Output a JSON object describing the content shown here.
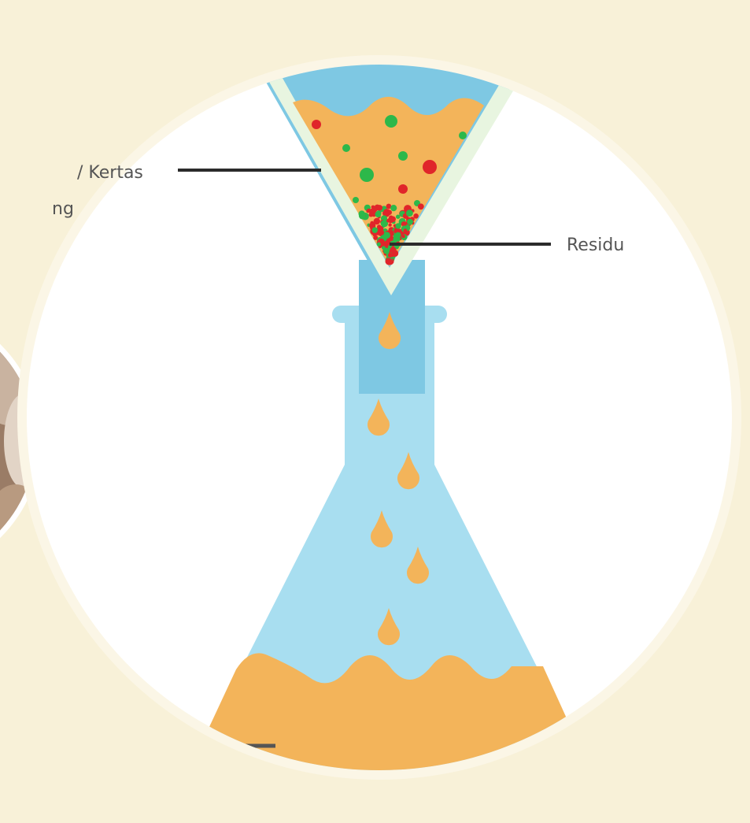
{
  "labels": {
    "filter_paper_fragment": "/ Kertas",
    "filter_paper_fragment_line2": "ng",
    "residue": "Residu"
  },
  "colors": {
    "background": "#f8f1d8",
    "circle_fill": "#ffffff",
    "circle_ring": "#fbf6e6",
    "funnel_blue": "#7ec8e3",
    "flask_blue": "#a8def0",
    "filter_paper": "#e8f5e0",
    "liquid_orange": "#f3b45a",
    "particle_green": "#2db84a",
    "particle_red": "#e0252a",
    "pointer_line": "#2b2b2b",
    "photo_brown": "#a98a72"
  },
  "icons": {
    "funnel": "filter-funnel-icon",
    "flask": "erlenmeyer-flask-icon",
    "drop": "filtrate-drop-icon"
  }
}
